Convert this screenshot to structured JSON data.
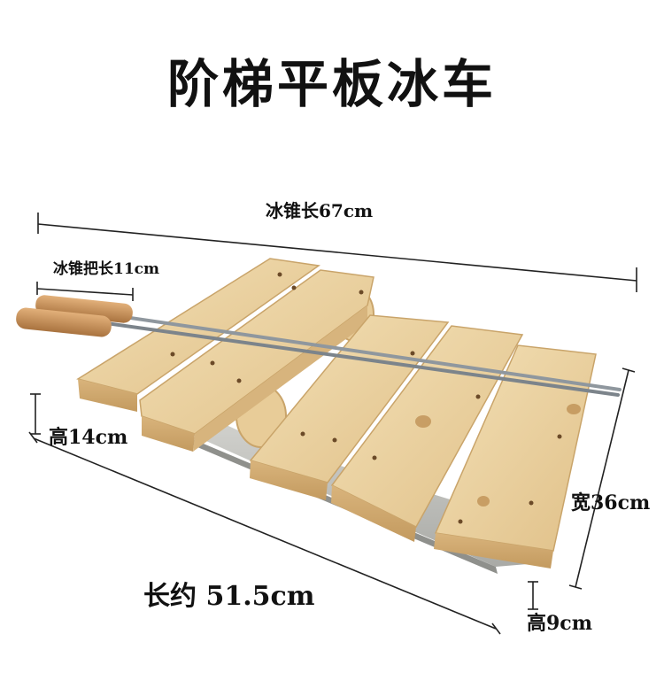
{
  "title": "阶梯平板冰车",
  "dimensions": {
    "ice_pick_length": "冰锥长67cm",
    "ice_pick_handle_length": "冰锥把长11cm",
    "height_total": "高14cm",
    "width": "宽36cm",
    "length": "长约 51.5cm",
    "height_runner": "高9cm"
  },
  "colors": {
    "background": "#ffffff",
    "text": "#111111",
    "wood_light": "#f1dcae",
    "wood_mid": "#e3c58e",
    "wood_dark": "#c9a46a",
    "steel": "#9aa3ab",
    "handle": "#c8935a"
  }
}
